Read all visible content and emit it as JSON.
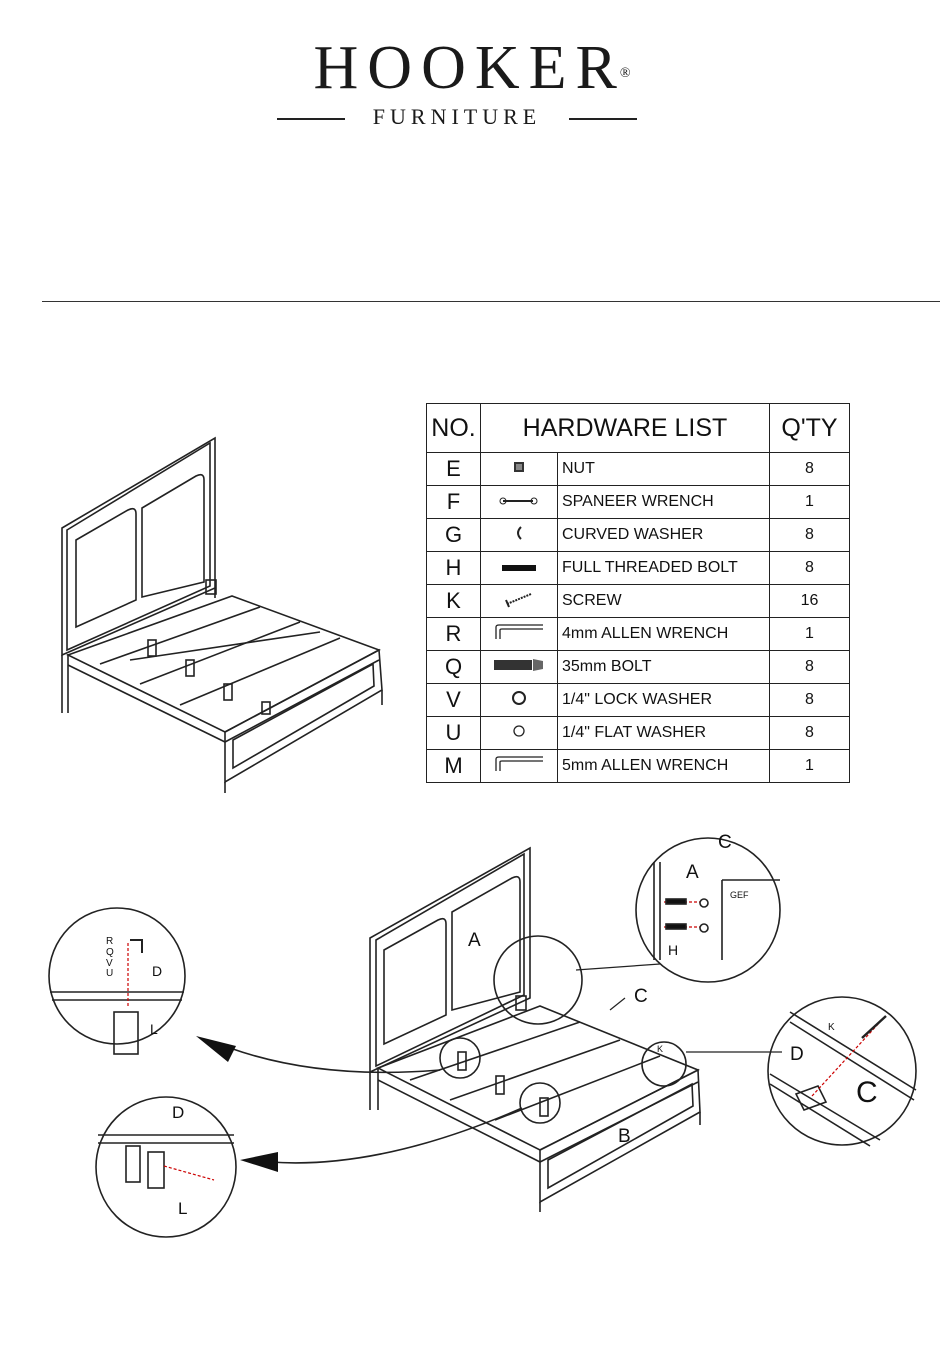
{
  "header": {
    "brand": "HOOKER",
    "registered": "®",
    "sub": "FURNITURE"
  },
  "hardware_table": {
    "col_no": "NO.",
    "col_list": "HARDWARE LIST",
    "col_qty": "Q'TY",
    "rows": [
      {
        "no": "E",
        "icon": "nut-icon",
        "desc": "NUT",
        "qty": "8"
      },
      {
        "no": "F",
        "icon": "spanner-wrench-icon",
        "desc": "SPANEER WRENCH",
        "qty": "1"
      },
      {
        "no": "G",
        "icon": "curved-washer-icon",
        "desc": "CURVED WASHER",
        "qty": "8"
      },
      {
        "no": "H",
        "icon": "threaded-bolt-icon",
        "desc": "FULL THREADED BOLT",
        "qty": "8"
      },
      {
        "no": "K",
        "icon": "screw-icon",
        "desc": "SCREW",
        "qty": "16"
      },
      {
        "no": "R",
        "icon": "allen-wrench-icon",
        "desc": "4mm ALLEN WRENCH",
        "qty": "1"
      },
      {
        "no": "Q",
        "icon": "bolt-icon",
        "desc": "35mm BOLT",
        "qty": "8"
      },
      {
        "no": "V",
        "icon": "lock-washer-icon",
        "desc": "1/4\" LOCK WASHER",
        "qty": "8"
      },
      {
        "no": "U",
        "icon": "flat-washer-icon",
        "desc": "1/4\" FLAT WASHER",
        "qty": "8"
      },
      {
        "no": "M",
        "icon": "allen-wrench-icon",
        "desc": "5mm ALLEN WRENCH",
        "qty": "1"
      }
    ]
  },
  "diagram_labels": {
    "headboard": "A",
    "footboard": "B",
    "side_rail": "C",
    "slat_support": "D",
    "screw": "K",
    "bracket": "L",
    "bolt": "H",
    "hardware_stack": "GEF",
    "stack_r": "R",
    "stack_q": "Q",
    "stack_v": "V",
    "stack_u": "U"
  }
}
